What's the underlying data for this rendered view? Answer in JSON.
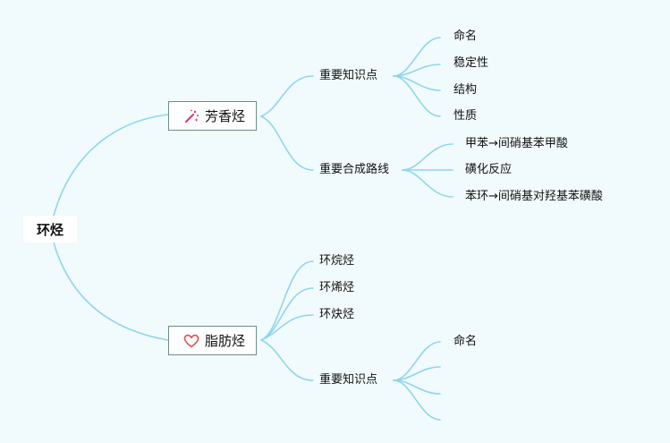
{
  "root": {
    "label": "环烃"
  },
  "aromatic": {
    "label": "芳香烃",
    "icon": "magic-wand-icon",
    "knowledge": {
      "label": "重要知识点",
      "items": [
        "命名",
        "稳定性",
        "结构",
        "性质"
      ]
    },
    "synthesis": {
      "label": "重要合成路线",
      "items": [
        "甲苯→间硝基苯甲酸",
        "磺化反应",
        "苯环→间硝基对羟基苯磺酸"
      ]
    }
  },
  "aliphatic": {
    "label": "脂肪烃",
    "icon": "heart-icon",
    "types": [
      "环烷烃",
      "环烯烃",
      "环炔烃"
    ],
    "knowledge": {
      "label": "重要知识点",
      "items": [
        "命名",
        "",
        "",
        ""
      ]
    }
  },
  "colors": {
    "connector": "#8fd6ec",
    "box_border": "#6b8f84",
    "background": "#f1fafc",
    "heart": "#d9534f",
    "wand": "#e0346e"
  }
}
